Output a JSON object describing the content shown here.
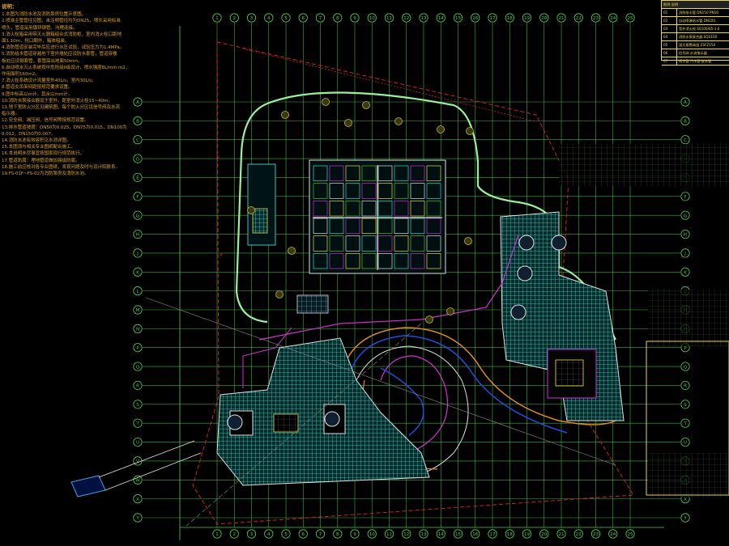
{
  "notes": {
    "title": "说明：",
    "lines": [
      "1.本图为消防水池及消防泵房位置示意图。",
      "2.喷淋主管管径见图，未注明管径均为DN25，喷头采用标准",
      "  喷头，管道采用镀锌钢管，沟槽连接。",
      "3.消火栓箱采用带灭火器箱组合式消防柜，室内消火栓口距地",
      "  面1.10m，栓口朝外，箱体暗装。",
      "4.消防管道安装完毕后应进行水压试验，试验压力为1.4MPa。",
      "5.消防给水管道穿越地下室外墙处应设防水套管，管道穿楼",
      "  板处应设钢套管，套管高出地面50mm。",
      "6.自动喷水灭火系统按中危险级II级设计，喷水强度8L/min·m2，",
      "  作用面积160m2。",
      "7.消火栓系统设计流量室外40L/s，室内30L/s。",
      "8.管道支吊架间距按规范要求设置。",
      "9.图中标高以m计，其余以mm计。",
      "10.消防水泵接合器设于室外，距室外消火栓15~40m。",
      "11.地下室防火分区见建筑图，每个防火分区设信号阀及水流",
      "   指示器。",
      "12.安全阀、减压阀、信号阀等按规范设置。",
      "13.排水管道坡度：DN50为0.025，DN75为0.015，DN100为",
      "   0.012，DN150为0.007。",
      "14.消防水池有效容积见水池详图。",
      "15.本图须与相关专业图纸配合施工。",
      "16.本说明未尽事宜按国家现行规范执行。",
      "17.管道防腐：埋地管道做加强级防腐。",
      "18.施工前应核对各专业图纸，发现问题及时与设计院联系。",
      "19.FS-01F~FS-02为消防泵房及消防水池。"
    ]
  },
  "legend": {
    "header": "图例  说明",
    "rows": [
      {
        "num": "01",
        "text": "消防给水管 DN150 PN16"
      },
      {
        "num": "02",
        "text": "自动喷淋给水管 DN100"
      },
      {
        "num": "03",
        "text": "室外消火栓 SS100/65-1.6"
      },
      {
        "num": "04",
        "text": "消防水泵接合器 SQS100"
      },
      {
        "num": "05",
        "text": "湿式报警阀组 ZSFZ150"
      },
      {
        "num": "06",
        "text": "信号阀 水流指示器"
      },
      {
        "num": "07",
        "text": "雨水管 污水管 废水管"
      }
    ]
  },
  "grid": {
    "top_labels": [
      "1",
      "2",
      "3",
      "4",
      "5",
      "6",
      "7",
      "8",
      "9",
      "10",
      "11",
      "12",
      "13",
      "14",
      "15",
      "16",
      "17",
      "18",
      "19",
      "20",
      "21",
      "22",
      "23",
      "24",
      "25"
    ],
    "side_labels": [
      "A",
      "B",
      "C",
      "D",
      "E",
      "F",
      "G",
      "H",
      "J",
      "K",
      "L",
      "M",
      "N",
      "P",
      "Q",
      "R",
      "S",
      "T",
      "U",
      "V",
      "W",
      "X",
      "Y"
    ],
    "colors": {
      "grid": "#4cd04c",
      "bubble": "#4cd04c",
      "site_boundary": "#d02020",
      "fire_route": "#9cf09c",
      "building": "#40c0c0",
      "hatch": "#30d8c8",
      "magenta": "#d030d0",
      "yellow": "#e8d84a",
      "white": "#e0e0e0",
      "blue": "#2050e0"
    }
  }
}
